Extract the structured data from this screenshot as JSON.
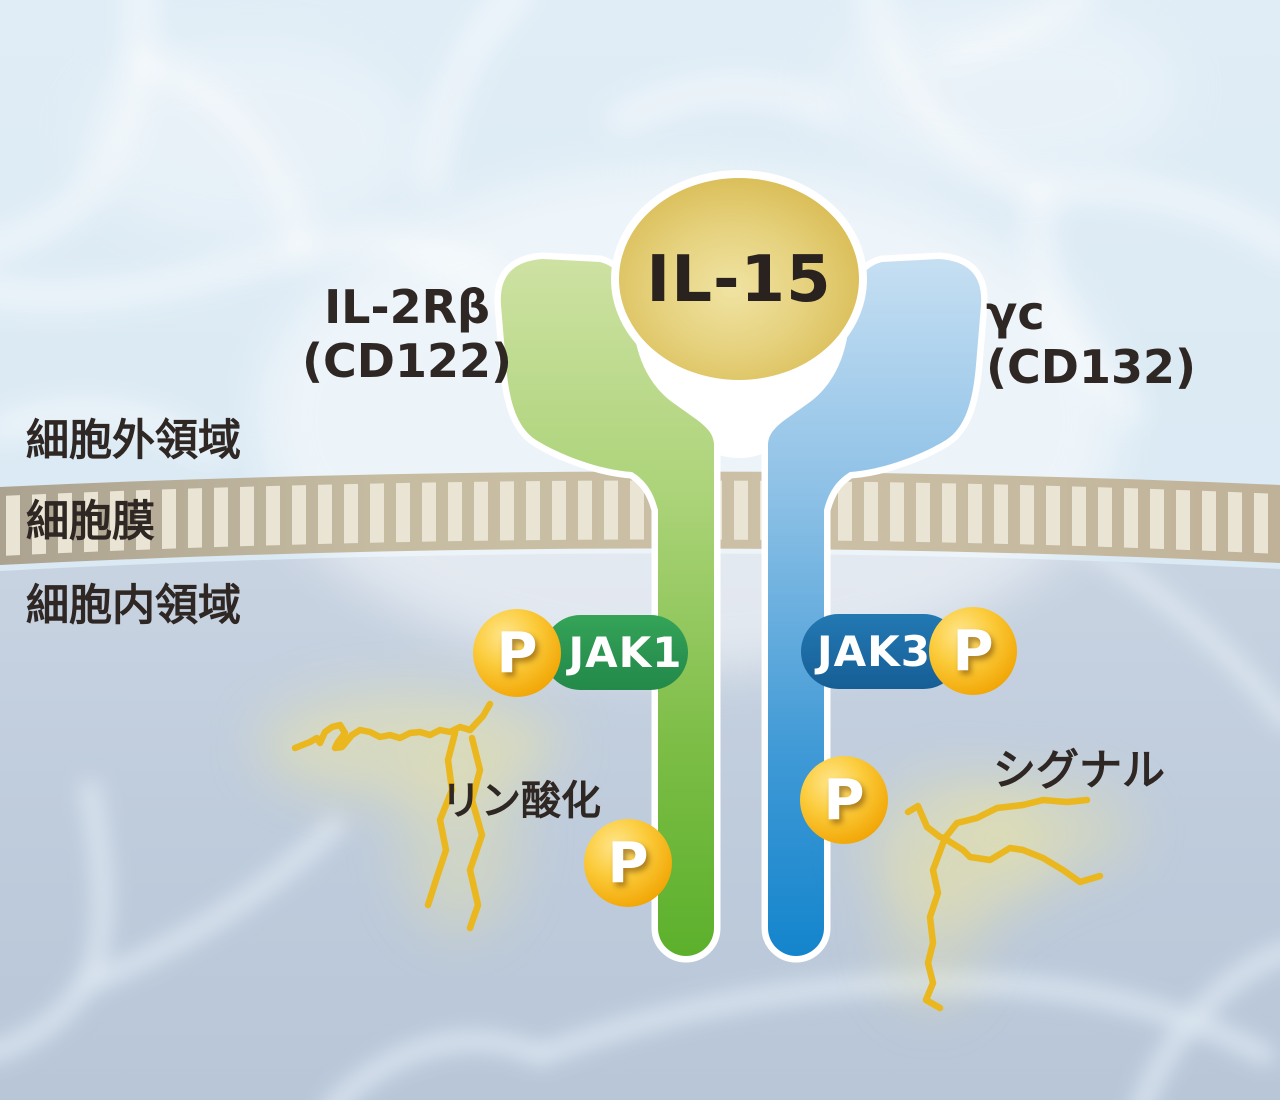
{
  "ligand": {
    "label": "IL-15"
  },
  "receptors": {
    "left": {
      "name": "IL-2Rβ",
      "cd": "(CD122)"
    },
    "right": {
      "name": "γc",
      "cd": "(CD132)"
    }
  },
  "regions": {
    "extracellular": "細胞外領域",
    "membrane": "細胞膜",
    "intracellular": "細胞内領域"
  },
  "kinases": {
    "left": "JAK1",
    "right": "JAK3"
  },
  "phosphate": {
    "label": "P"
  },
  "annotations": {
    "phosphorylation": "リン酸化",
    "signal": "シグナル"
  },
  "colors": {
    "background_upper": "#d9e8f3",
    "background_lower": "#c2cfdf",
    "membrane_tan": "#c6bca2",
    "membrane_stripe": "#eae4d4",
    "receptor_green": "#5bb02b",
    "receptor_blue": "#1384cc",
    "ligand_gold": "#d9bc55",
    "jak1_green": "#2a9350",
    "jak3_blue": "#1c6aa4",
    "phosphate_gold": "#f3ab0c",
    "spark_yellow": "#eab71e",
    "text_dark": "#2f2724"
  }
}
